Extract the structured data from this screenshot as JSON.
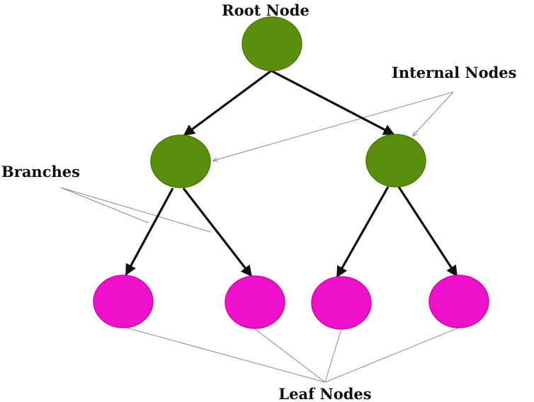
{
  "labels": {
    "root": "Root Node",
    "internal": "Internal Nodes",
    "branches": "Branches",
    "leaf": "Leaf Nodes"
  },
  "colors": {
    "internal_fill": "#5a8f0e",
    "internal_stroke": "#4b7a0a",
    "leaf_fill": "#ee11cc",
    "leaf_stroke": "#cc0aa8",
    "edge": "#111111",
    "pointer": "#8a8a8a"
  }
}
